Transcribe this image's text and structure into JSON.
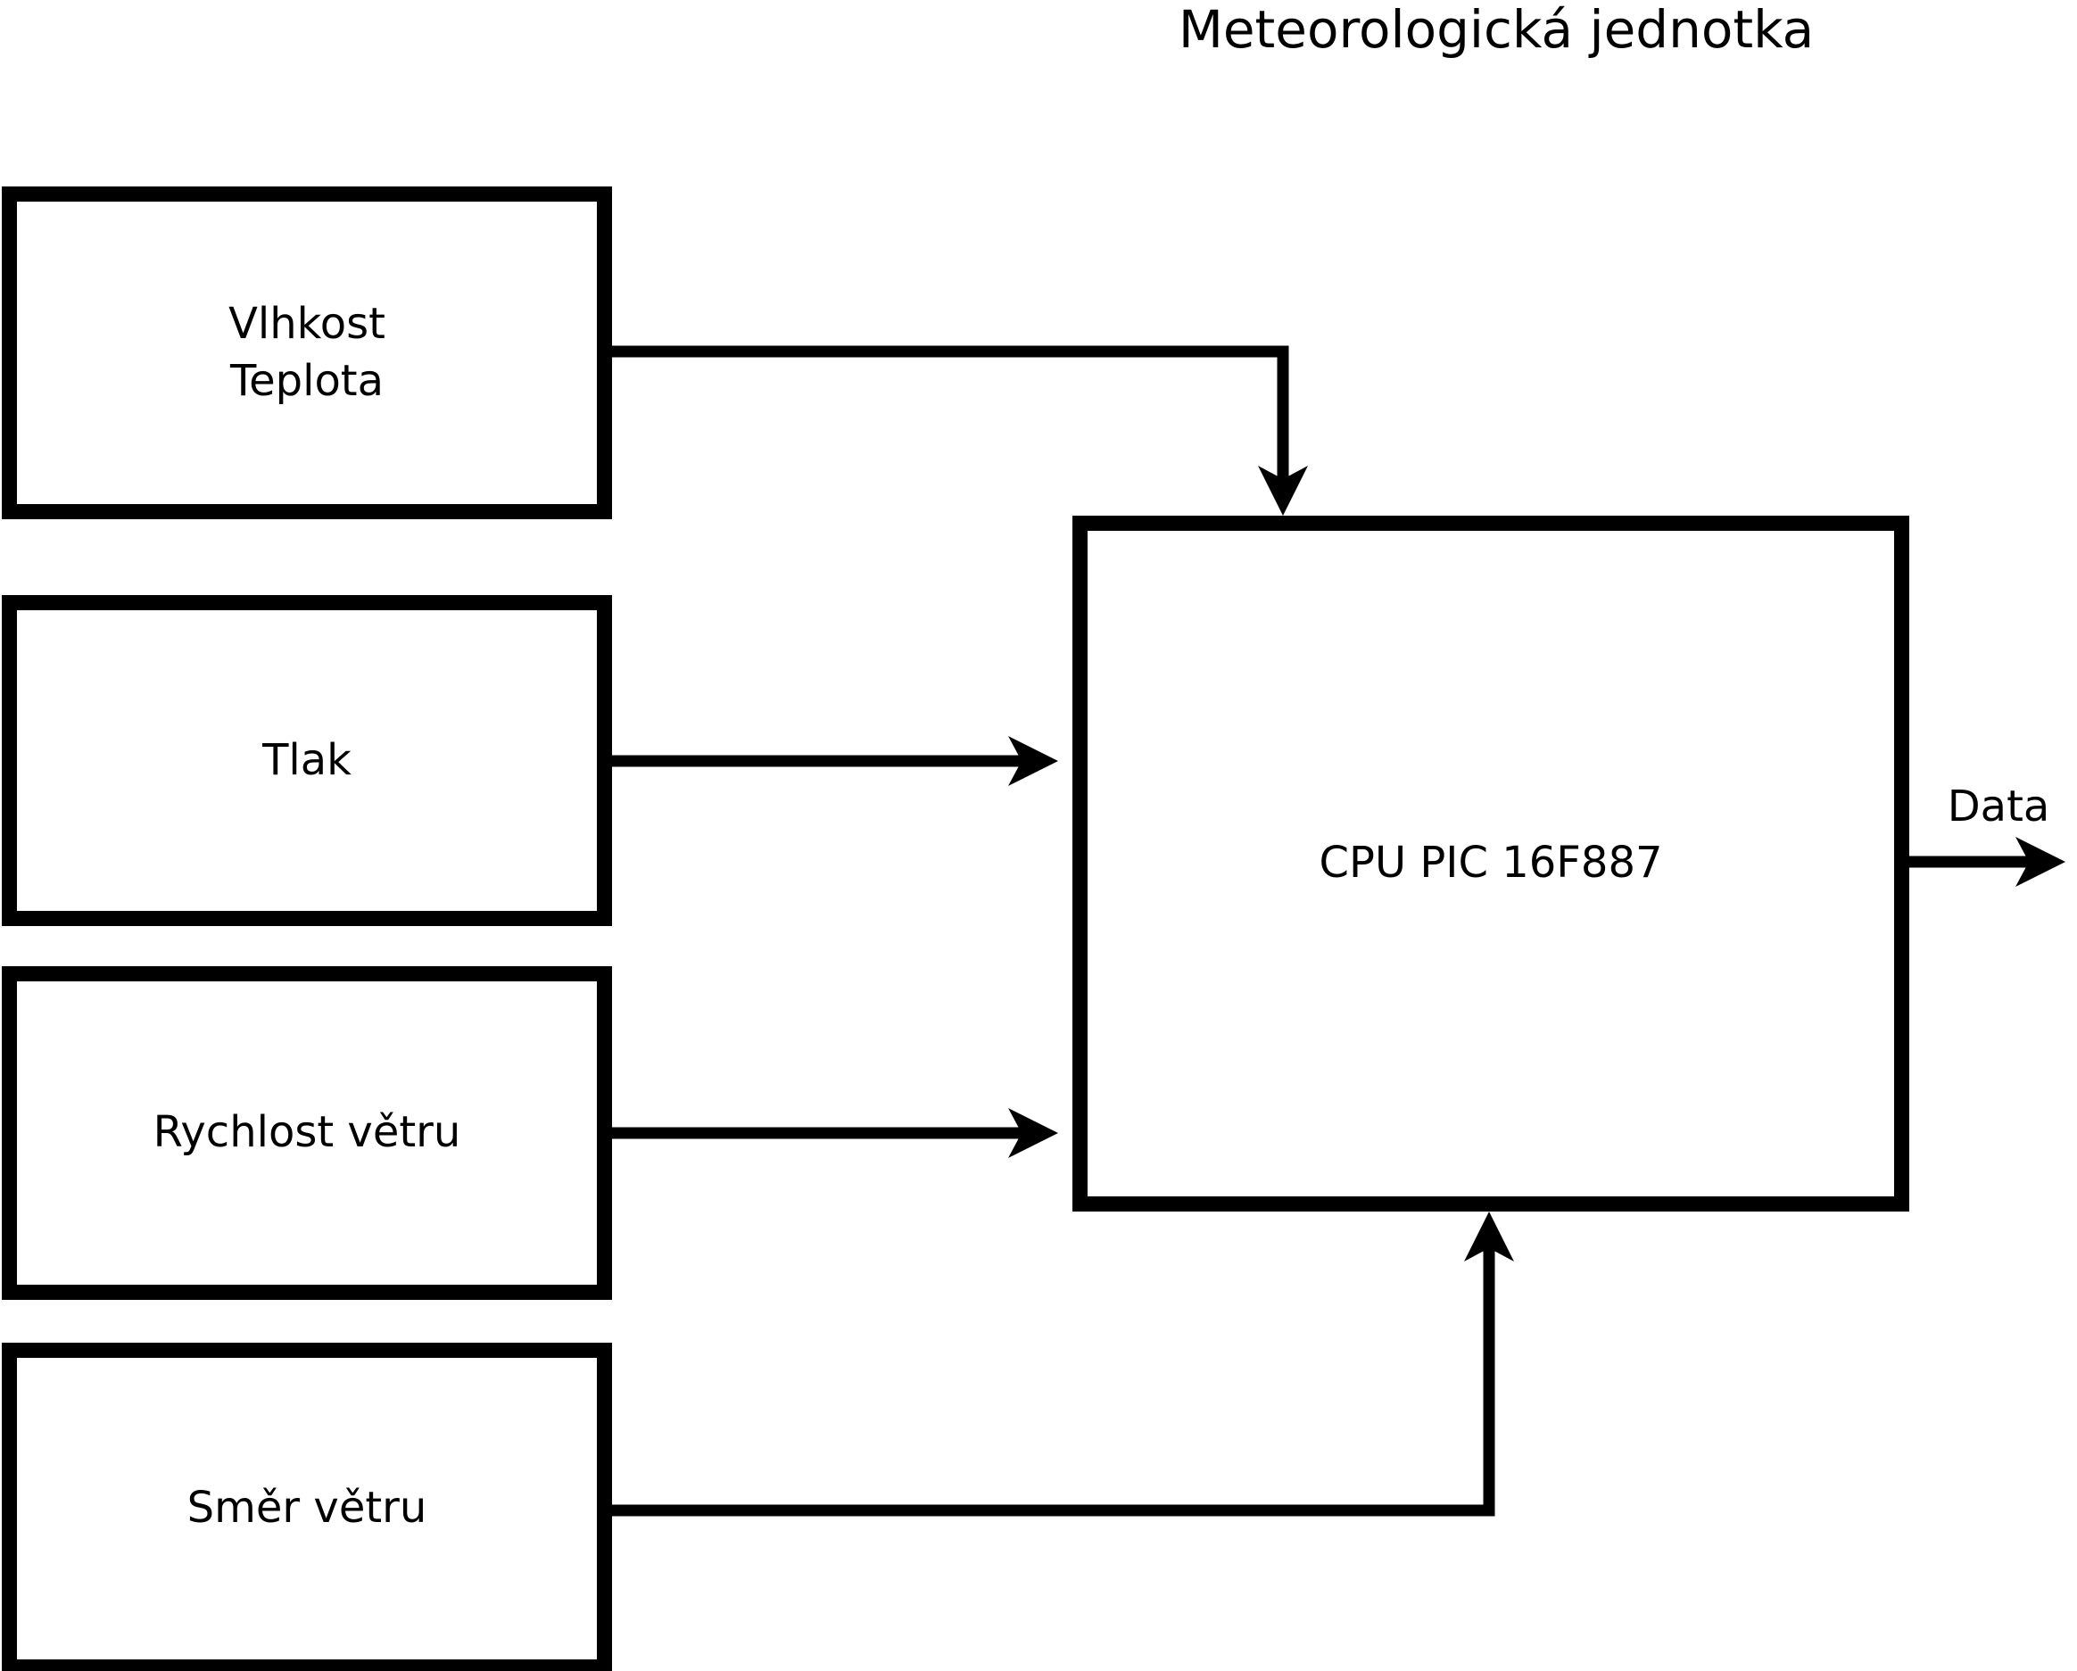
{
  "title": "Meteorologická jednotka",
  "boxes": [
    {
      "id": "vlhkost-teplota",
      "line1": "Vlhkost",
      "line2": "Teplota"
    },
    {
      "id": "tlak",
      "line1": "Tlak"
    },
    {
      "id": "rychlost-vetru",
      "line1": "Rychlost větru"
    },
    {
      "id": "smer-vetru",
      "line1": "Směr větru"
    }
  ],
  "cpu": {
    "label": "CPU PIC 16F887"
  },
  "output": {
    "label": "Data"
  },
  "colors": {
    "stroke": "#000000",
    "background": "#ffffff"
  }
}
